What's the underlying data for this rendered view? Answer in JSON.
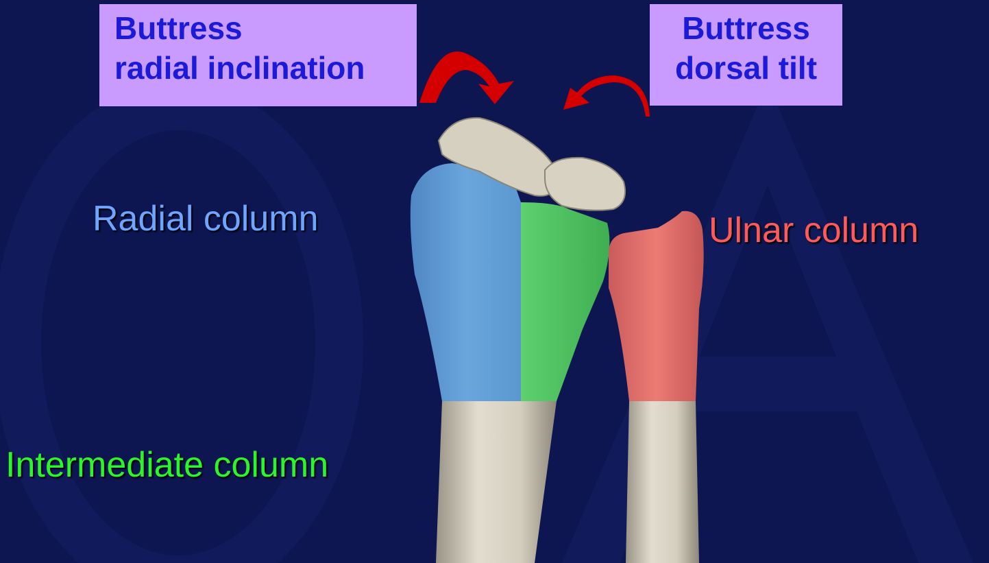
{
  "colors": {
    "background": "#0d1650",
    "box_fill": "#c99bff",
    "box_text": "#1a1ad8",
    "radial": "#6fa4ff",
    "intermediate": "#2cf52c",
    "ulnar": "#ff5a5a",
    "arrow": "#d40000",
    "bone": "#d8d2c2"
  },
  "callouts": {
    "left": {
      "line1": "Buttress",
      "line2": "radial inclination"
    },
    "right": {
      "line1": "Buttress",
      "line2": "dorsal tilt"
    }
  },
  "labels": {
    "radial": "Radial column",
    "intermediate": "Intermediate column",
    "ulnar": "Ulnar column"
  }
}
